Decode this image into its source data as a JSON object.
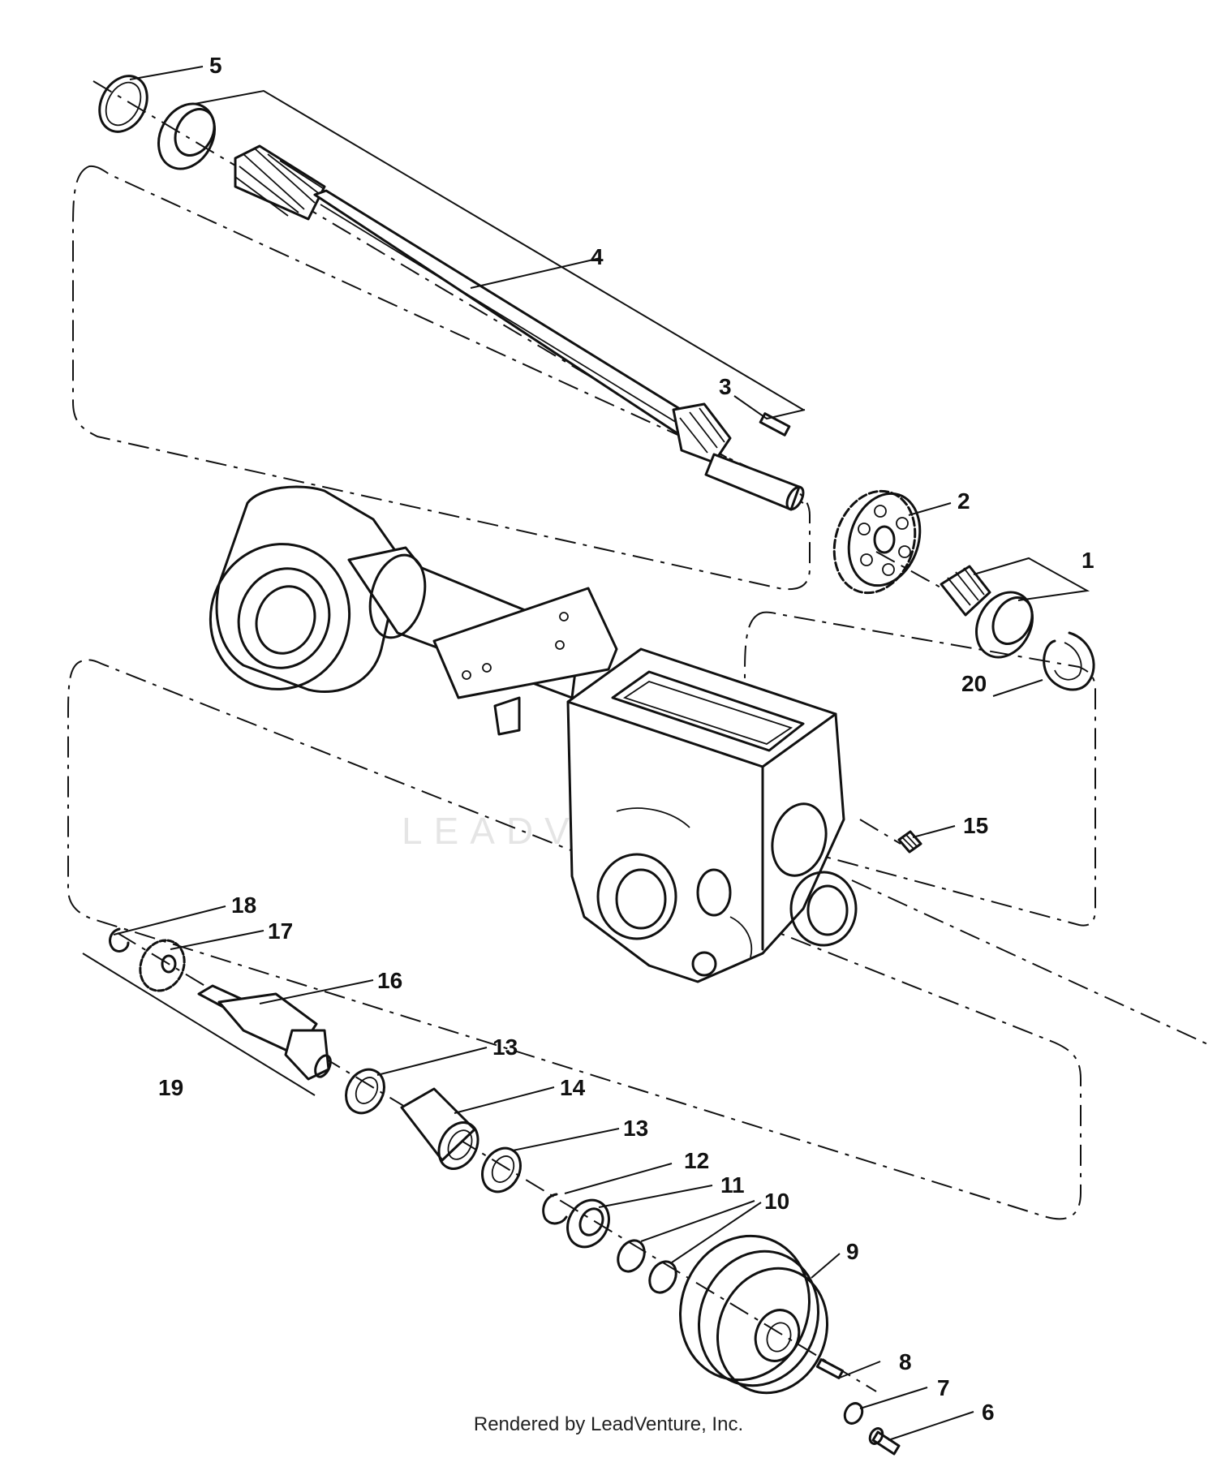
{
  "watermark": "LEADVENTURE",
  "footer": "Rendered by LeadVenture, Inc.",
  "callouts": {
    "p1": "1",
    "p2": "2",
    "p3": "3",
    "p4": "4",
    "p5": "5",
    "p6": "6",
    "p7": "7",
    "p8": "8",
    "p9": "9",
    "p10": "10",
    "p11": "11",
    "p12": "12",
    "p13_upper": "13",
    "p13_lower": "13",
    "p14": "14",
    "p15": "15",
    "p16": "16",
    "p17": "17",
    "p18": "18",
    "p19": "19",
    "p20": "20"
  }
}
